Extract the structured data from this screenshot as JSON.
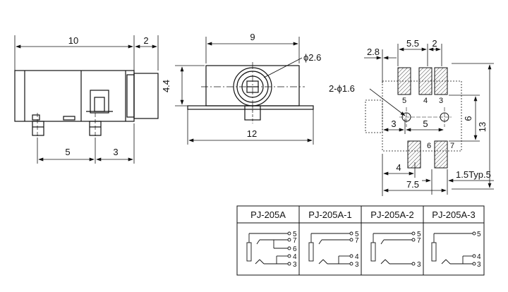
{
  "views": {
    "side": {
      "dims": {
        "body_length": "10",
        "tab_length": "2",
        "pin_spacing_a": "5",
        "pin_spacing_b": "3"
      }
    },
    "front": {
      "dims": {
        "body_width": "9",
        "hole_dia": "ϕ2.6",
        "height": "4.4",
        "base_width": "12"
      }
    },
    "footprint": {
      "dims": {
        "offset_left": "2.8",
        "pitch_top": "5.5",
        "pad_width": "2",
        "hole_callout": "2-ϕ1.6",
        "hole_to_hole_a": "3",
        "hole_to_hole_b": "5",
        "vertical_a": "6",
        "vertical_b": "13",
        "lower_offset": "4",
        "lower_total": "7.5",
        "right_offset": "1.5Typ.5"
      },
      "pins": {
        "p5": "5",
        "p4": "4",
        "p3": "3",
        "p6": "6",
        "p7": "7"
      }
    }
  },
  "table": {
    "headers": [
      "PJ-205A",
      "PJ-205A-1",
      "PJ-205A-2",
      "PJ-205A-3"
    ],
    "schematics": [
      [
        "5",
        "7",
        "6",
        "4",
        "3"
      ],
      [
        "5",
        "7",
        "4",
        "3"
      ],
      [
        "5",
        "7",
        "3"
      ],
      [
        "5",
        "4",
        "3"
      ]
    ]
  }
}
